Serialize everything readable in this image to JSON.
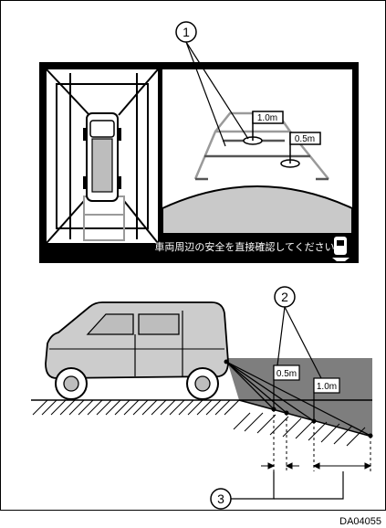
{
  "callouts": {
    "c1": "1",
    "c2": "2",
    "c3": "3"
  },
  "screen": {
    "message": "車両周辺の安全を直接確認してください",
    "flag_far": "1.0m",
    "flag_near": "0.5m"
  },
  "side_view": {
    "flag_near": "0.5m",
    "flag_far": "1.0m"
  },
  "figure_code": "DA04055",
  "colors": {
    "screen_bg": "#000000",
    "ground_area": "#cfcfcf",
    "guide_green": "#8a8a8a",
    "guide_red": "#8a8a8a",
    "shade": "#7a7a7a",
    "car_body": "#cccccc"
  }
}
